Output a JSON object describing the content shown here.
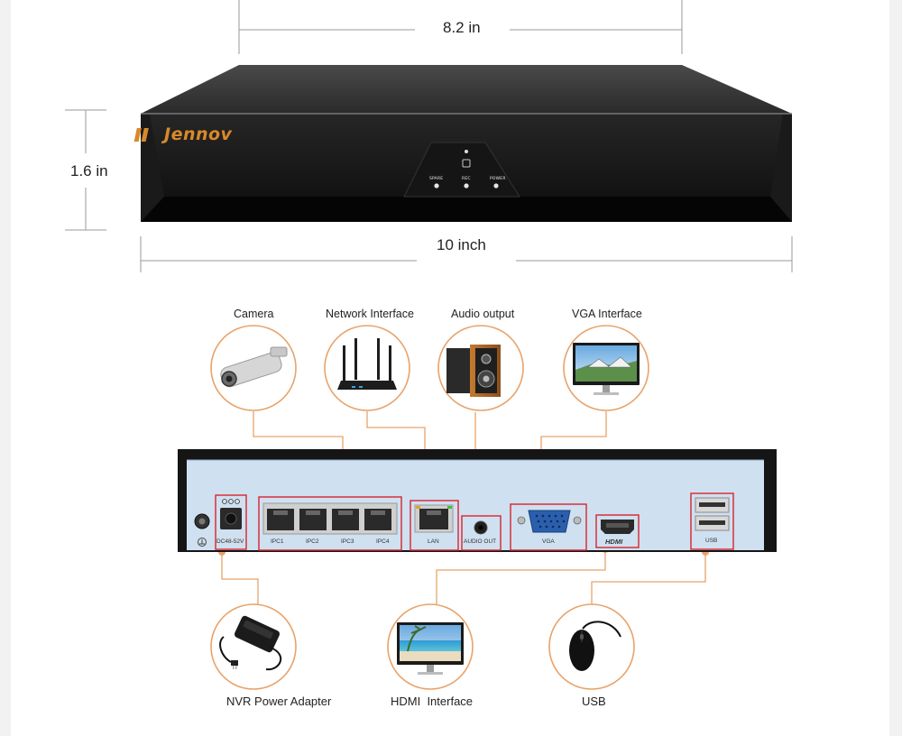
{
  "dimensions": {
    "width": "8.2 in",
    "height": "1.6 in",
    "depth": "10 inch"
  },
  "brand": "Jennov",
  "front_panel": {
    "spare": "SPARE",
    "rec": "REC",
    "power": "POWER"
  },
  "devices_top": [
    {
      "label": "Camera"
    },
    {
      "label": "Network Interface"
    },
    {
      "label": "Audio output"
    },
    {
      "label": "VGA Interface"
    }
  ],
  "devices_bottom": [
    {
      "label": "NVR Power Adapter"
    },
    {
      "label": "HDMI  Interface"
    },
    {
      "label": "USB"
    }
  ],
  "ports": {
    "power": "DC48-52V",
    "ipc": [
      "IPC1",
      "IPC2",
      "IPC3",
      "IPC4"
    ],
    "lan": "LAN",
    "audio": "AUDIO OUT",
    "vga": "VGA",
    "hdmi": "HDMI",
    "usb": "USB"
  },
  "colors": {
    "callout": "#e8a36a",
    "highlight": "#d9232d",
    "brand": "#d9892a",
    "panel_bg": "#cfe0f0"
  }
}
